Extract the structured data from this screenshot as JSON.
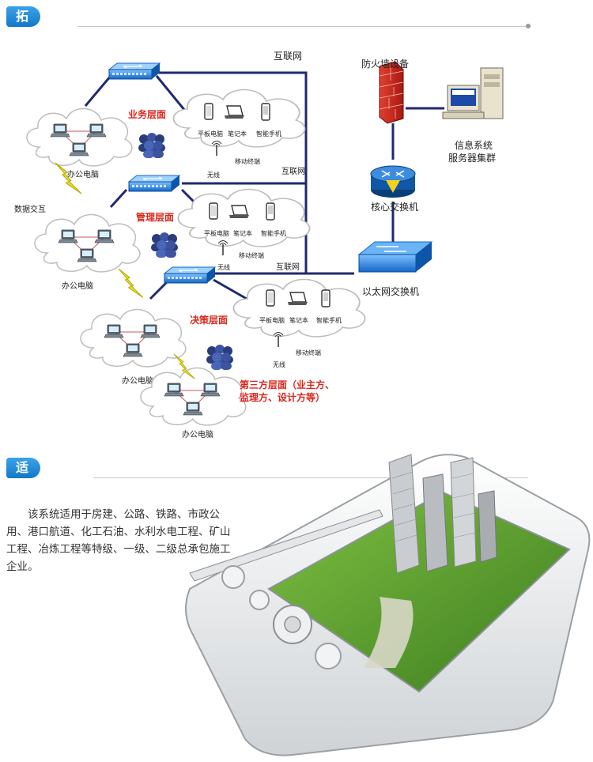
{
  "headers": {
    "topology": "拓扑图",
    "scope": "适用范围"
  },
  "network": {
    "internet": "互联网",
    "firewall": "防火墙设备",
    "servers_line1": "信息系统",
    "servers_line2": "服务器集群",
    "core_switch": "核心交换机",
    "ethernet_switch": "以太网交换机",
    "data_exchange": "数据交互",
    "office_pc": "办公电脑",
    "layers": {
      "business": "业务层面",
      "management": "管理层面",
      "decision": "决策层面",
      "third_party_line1": "第三方层面（业主方、",
      "third_party_line2": "监理方、设计方等）"
    },
    "mobile": {
      "tablet": "平板电脑",
      "laptop": "笔记本",
      "phone": "智能手机",
      "terminal": "移动终端",
      "wireless": "无线"
    }
  },
  "scope_text": "该系统适用于房建、公路、铁路、市政公用、港口航道、化工石油、水利水电工程、矿山工程、冶炼工程等特级、一级、二级总承包施工企业。",
  "colors": {
    "header_blue": "#1a82d4",
    "line_navy": "#1f2a6e",
    "lightning": "#e9e21a",
    "red_label": "#d9261c",
    "switch_blue": "#1d7fe0"
  }
}
